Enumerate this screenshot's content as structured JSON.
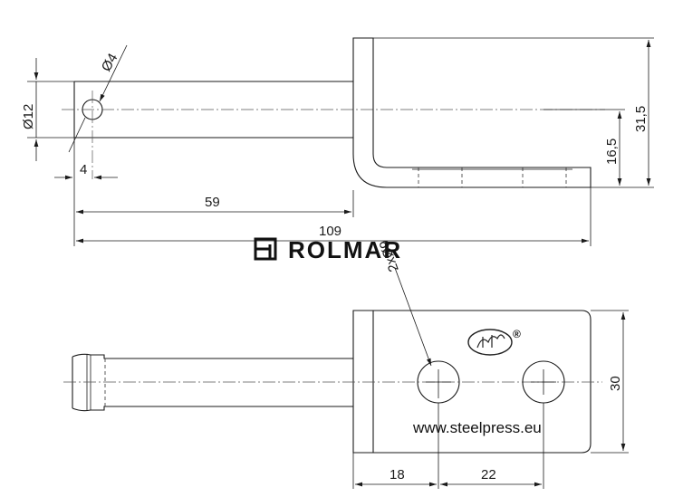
{
  "drawing": {
    "brand": "ROLMAR",
    "website": "www.steelpress.eu",
    "registered_mark": "®",
    "dimensions": {
      "hole_small": "Ø4",
      "pin_diameter": "Ø12",
      "edge_offset": "4",
      "pin_length": "59",
      "overall_length": "109",
      "inner_height": "16,5",
      "total_height": "31,5",
      "holes": "2xØ9",
      "width": "30",
      "hole_offset": "18",
      "hole_spacing": "22"
    }
  }
}
